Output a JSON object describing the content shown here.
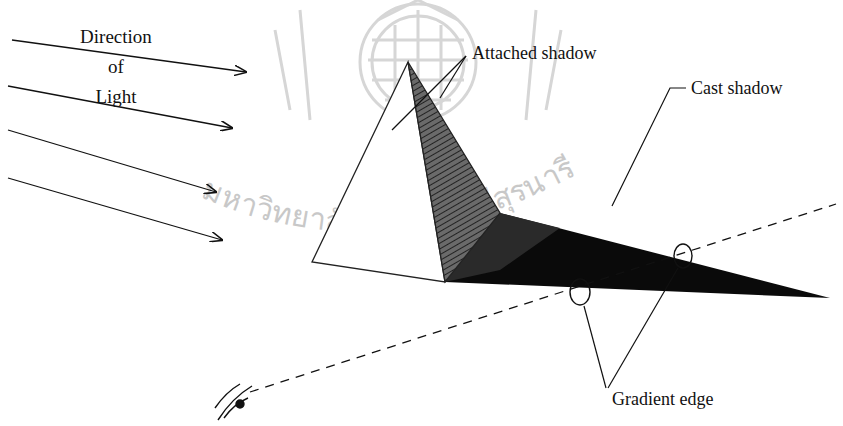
{
  "diagram": {
    "labels": [
      "Direction of Light",
      "Attached shadow",
      "Cast shadow",
      "Gradient edge",
      "มหาวิทยาลัยเทคโนโลยีสุรนารี"
    ]
  }
}
